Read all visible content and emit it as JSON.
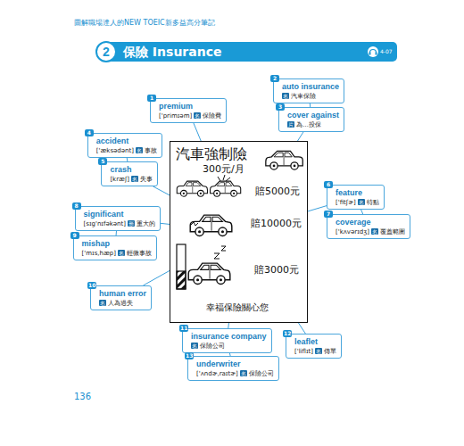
{
  "diagram": {
    "title": "保險 Insurance",
    "nodes": [
      {
        "text": [
          "1",
          "premium",
          "['primɪəm]",
          "名",
          "保險費"
        ]
      },
      {
        "text": [
          "2",
          "auto insurance",
          "名",
          "汽車保險"
        ]
      },
      {
        "text": [
          "3",
          "cover against",
          "片",
          "為…投保"
        ]
      },
      {
        "text": [
          "4",
          "accident",
          "['æksədənt]",
          "名",
          "事故"
        ]
      },
      {
        "text": [
          "5",
          "crash",
          "[kræʃ]",
          "名",
          "失事"
        ]
      },
      {
        "text": [
          "6",
          "feature",
          "['fitʃɚ]",
          "名",
          "特點"
        ]
      },
      {
        "text": [
          "7",
          "coverage",
          "['kʌvərɪdʒ]",
          "名",
          "覆蓋範圍"
        ]
      },
      {
        "text": [
          "8",
          "significant",
          "[sɪg'nɪfəkənt]",
          "形",
          "重大的"
        ]
      },
      {
        "text": [
          "9",
          "mishap",
          "['mɪs,hæp]",
          "名",
          "輕微事故"
        ]
      },
      {
        "text": [
          "10",
          "human error",
          "名",
          "人為過失"
        ]
      },
      {
        "text": [
          "11",
          "insurance company",
          "名",
          "保險公司"
        ]
      },
      {
        "text": [
          "12",
          "leaflet",
          "['liflɪt]",
          "名",
          "傳單"
        ]
      },
      {
        "text": [
          "13",
          "underwriter",
          "['ʌndɚ,raɪtɚ]",
          "名",
          "保險公司"
        ]
      },
      {
        "text": [
          "汽車強制險",
          "300元/月",
          "賠5000元",
          "賠10000元",
          "賠3000元",
          "幸福保險關心您"
        ]
      }
    ],
    "edges": [
      {
        "from": 1,
        "to": 2,
        "arrow": "none"
      },
      {
        "from": 2,
        "to": 13,
        "arrow": "none"
      },
      {
        "from": 0,
        "to": 13,
        "arrow": "none"
      },
      {
        "from": 3,
        "to": 4,
        "arrow": "none"
      },
      {
        "from": 4,
        "to": 13,
        "arrow": "none"
      },
      {
        "from": 5,
        "to": 13,
        "arrow": "none"
      },
      {
        "from": 6,
        "to": 5,
        "arrow": "none"
      },
      {
        "from": 7,
        "to": 13,
        "arrow": "none"
      },
      {
        "from": 8,
        "to": 7,
        "arrow": "none"
      },
      {
        "from": 9,
        "to": 13,
        "arrow": "none"
      },
      {
        "from": 10,
        "to": 13,
        "arrow": "none"
      },
      {
        "from": 12,
        "to": 10,
        "arrow": "none"
      },
      {
        "from": 11,
        "to": 13,
        "arrow": "none"
      }
    ],
    "labels": [
      "圖解職場達人的NEW TOEIC新多益高分筆記",
      "2",
      "4-07",
      "136"
    ]
  }
}
